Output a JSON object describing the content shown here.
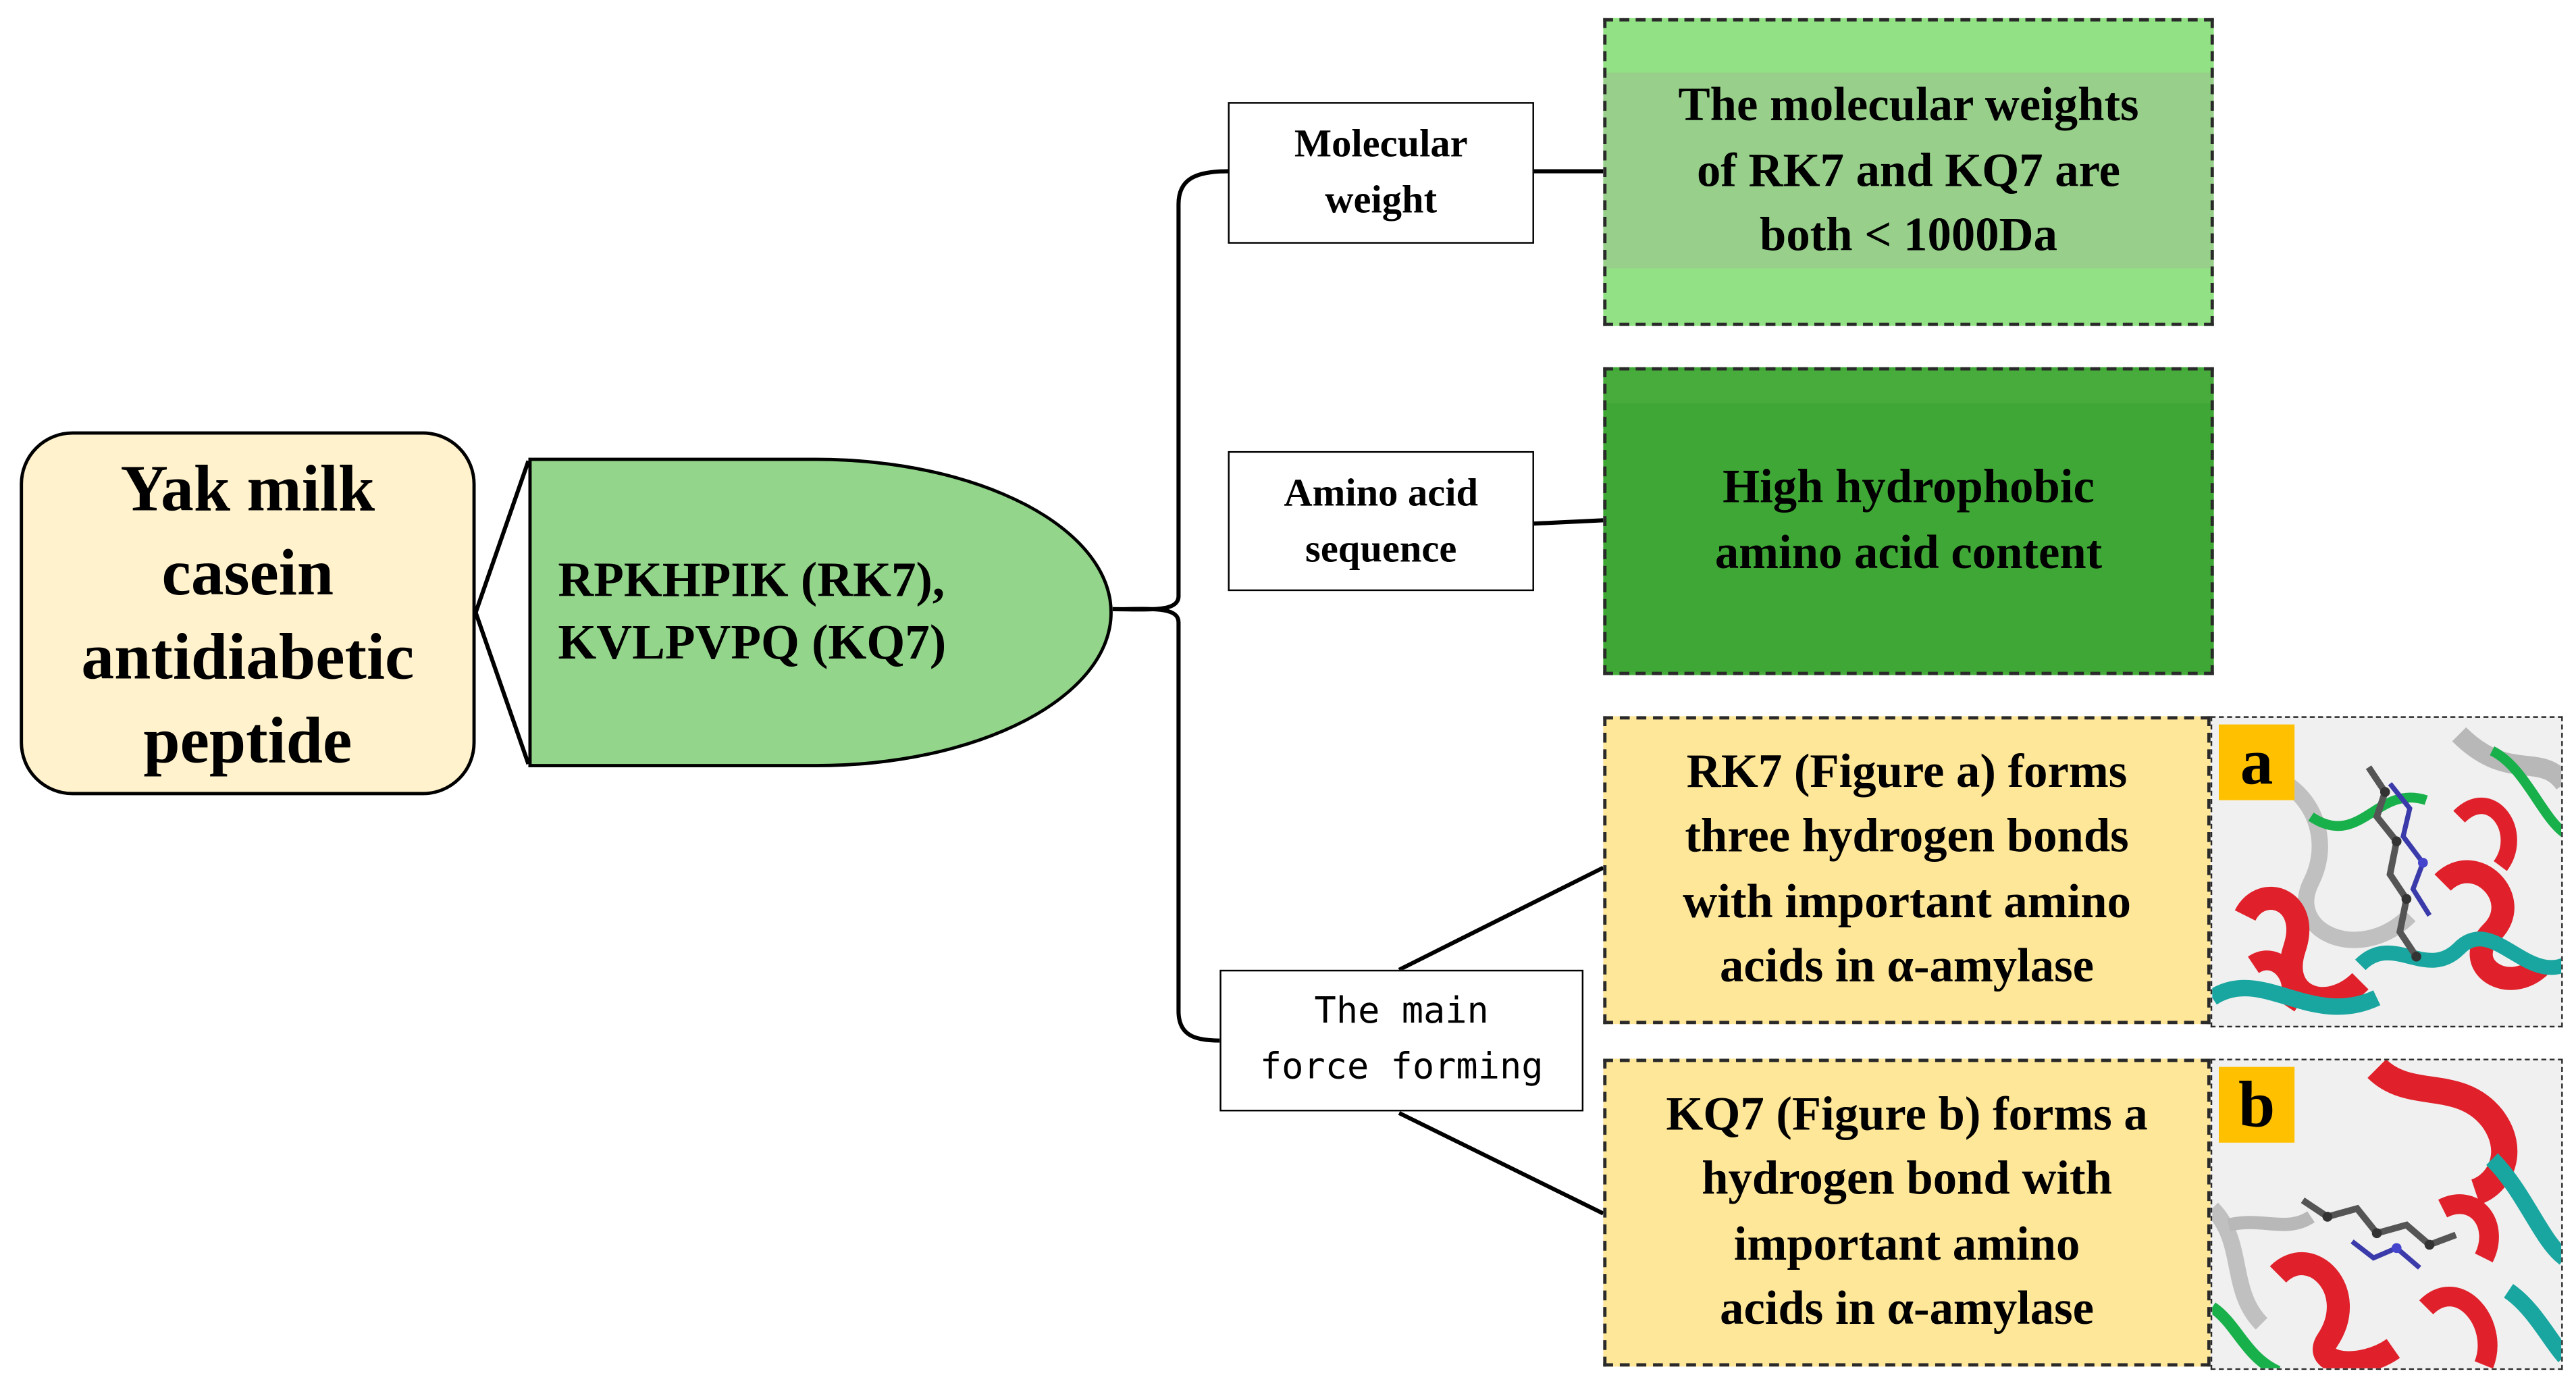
{
  "root": {
    "lines": [
      "Yak milk",
      "casein",
      "antidiabetic",
      "peptide"
    ]
  },
  "peptides": {
    "lines": [
      "RPKHPIK (RK7),",
      "KVLPVPQ (KQ7)"
    ]
  },
  "branches": {
    "molecular_weight": {
      "label_lines": [
        "Molecular",
        "weight"
      ],
      "result_lines": [
        "The molecular weights",
        "of RK7 and KQ7 are",
        "both < 1000Da"
      ]
    },
    "amino_acid_sequence": {
      "label_lines": [
        "Amino acid",
        "sequence"
      ],
      "result_lines": [
        "High hydrophobic",
        "amino acid content"
      ]
    },
    "main_force": {
      "label_lines": [
        "The main",
        "force forming"
      ],
      "results": [
        {
          "lines": [
            "RK7 (Figure a) forms",
            "three hydrogen bonds",
            "with important amino",
            "acids in α-amylase"
          ],
          "figure_label": "a"
        },
        {
          "lines": [
            "KQ7 (Figure b) forms a",
            "hydrogen bond with",
            "important amino",
            "acids in α-amylase"
          ],
          "figure_label": "b"
        }
      ]
    }
  },
  "colors": {
    "root_fill": "#fff2cc",
    "peptide_fill": "#93d58a",
    "light_green": "#98d08b",
    "dark_green": "#3fa736",
    "yellow": "#ffe79a",
    "badge": "#ffc000"
  }
}
